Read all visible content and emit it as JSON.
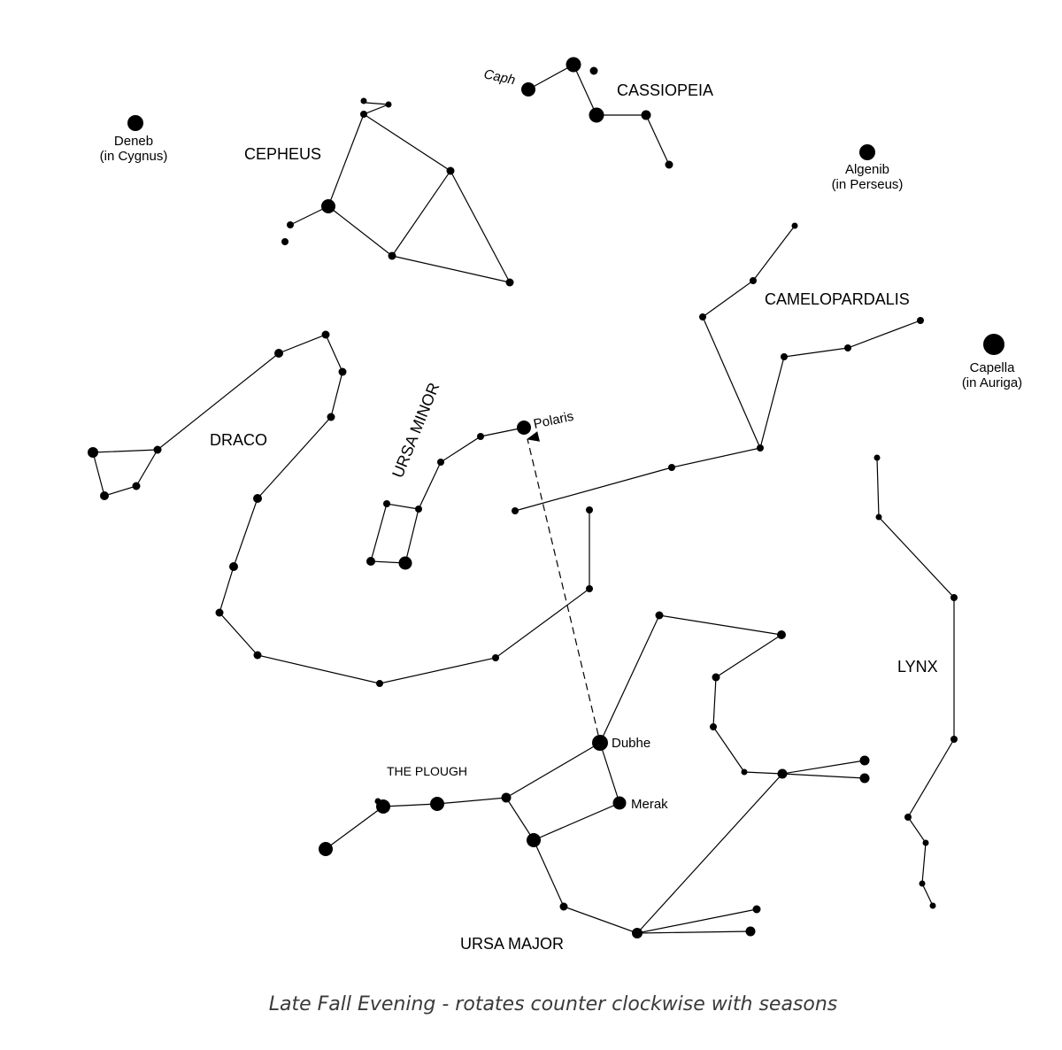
{
  "caption": "Late Fall Evening - rotates counter clockwise with seasons",
  "constellations": {
    "cassiopeia": "CASSIOPEIA",
    "cepheus": "CEPHEUS",
    "camelopardalis": "CAMELOPARDALIS",
    "draco": "DRACO",
    "ursa_minor": "URSA MINOR",
    "lynx": "LYNX",
    "plough": "THE PLOUGH",
    "ursa_major": "URSA MAJOR"
  },
  "stars": {
    "caph": "Caph",
    "polaris": "Polaris",
    "dubhe": "Dubhe",
    "merak": "Merak",
    "deneb": "Deneb",
    "deneb_note": "(in Cygnus)",
    "algenib": "Algenib",
    "algenib_note": "(in Perseus)",
    "capella": "Capella",
    "capella_note": "(in Auriga)"
  }
}
